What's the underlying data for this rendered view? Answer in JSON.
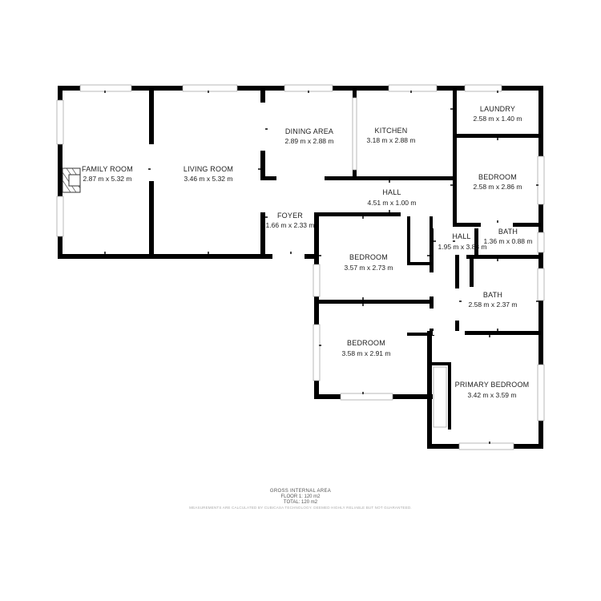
{
  "rooms": [
    {
      "name": "FAMILY ROOM",
      "dims": "2.87 m x 5.32 m"
    },
    {
      "name": "LIVING ROOM",
      "dims": "3.46 m x 5.32 m"
    },
    {
      "name": "DINING AREA",
      "dims": "2.89 m x 2.88 m"
    },
    {
      "name": "KITCHEN",
      "dims": "3.18 m x 2.88 m"
    },
    {
      "name": "LAUNDRY",
      "dims": "2.58 m x 1.40 m"
    },
    {
      "name": "BEDROOM",
      "dims": "2.58 m x 2.86 m"
    },
    {
      "name": "HALL",
      "dims": "4.51 m x 1.00 m"
    },
    {
      "name": "FOYER",
      "dims": "1.66 m x 2.33 m"
    },
    {
      "name": "HALL",
      "dims": "1.95 m x 3.83 m"
    },
    {
      "name": "BATH",
      "dims": "1.36 m x 0.88 m"
    },
    {
      "name": "BEDROOM",
      "dims": "3.57 m x 2.73 m"
    },
    {
      "name": "BATH",
      "dims": "2.58 m x 2.37 m"
    },
    {
      "name": "BEDROOM",
      "dims": "3.58 m x 2.91 m"
    },
    {
      "name": "PRIMARY BEDROOM",
      "dims": "3.42 m x 3.59 m"
    }
  ],
  "footer": {
    "title": "GROSS INTERNAL AREA",
    "floor": "FLOOR 1: 120 m2",
    "total": "TOTAL: 120 m2",
    "disclaimer": "MEASUREMENTS ARE CALCULATED BY CUBICASA TECHNOLOGY. DEEMED HIGHLY RELIABLE BUT NOT GUARANTEED."
  },
  "colors": {
    "wall": "#000000",
    "window": "#9a9a9a",
    "background": "#ffffff"
  }
}
